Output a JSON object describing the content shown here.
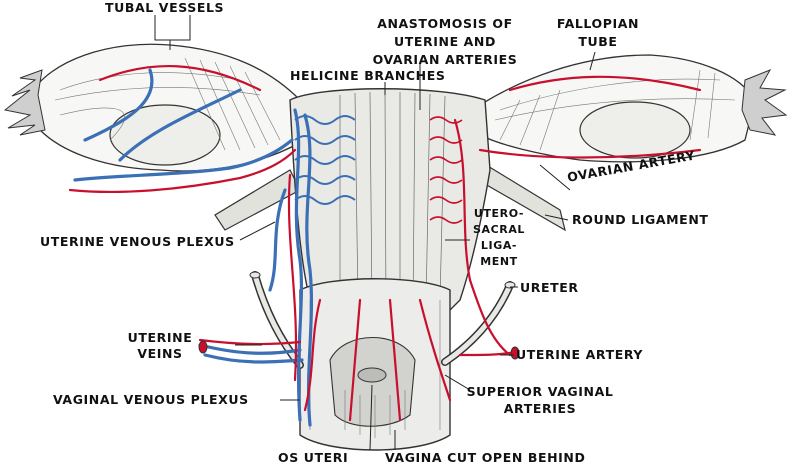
{
  "labels": {
    "tubal_vessels": "TUBAL VESSELS",
    "anastomosis_1": "ANASTOMOSIS OF",
    "anastomosis_2": "UTERINE AND",
    "anastomosis_3": "OVARIAN ARTERIES",
    "fallopian_1": "FALLOPIAN",
    "fallopian_2": "TUBE",
    "helicine": "HELICINE BRANCHES",
    "ovarian_artery": "OVARIAN ARTERY",
    "round_ligament": "ROUND LIGAMENT",
    "uterosacral_1": "UTERO-",
    "uterosacral_2": "SACRAL",
    "uterosacral_3": "LIGA-",
    "uterosacral_4": "MENT",
    "uterine_venous_plexus": "UTERINE VENOUS PLEXUS",
    "ureter": "URETER",
    "uterine_veins_1": "UTERINE",
    "uterine_veins_2": "VEINS",
    "uterine_artery": "UTERINE ARTERY",
    "vaginal_venous_plexus": "VAGINAL VENOUS PLEXUS",
    "superior_vaginal_1": "SUPERIOR VAGINAL",
    "superior_vaginal_2": "ARTERIES",
    "os_uteri": "OS UTERI",
    "vagina_cut": "VAGINA CUT OPEN BEHIND"
  },
  "colors": {
    "artery": "#c8102e",
    "vein": "#3b6fb6",
    "tissue_line": "#555555",
    "label_text": "#111111"
  }
}
